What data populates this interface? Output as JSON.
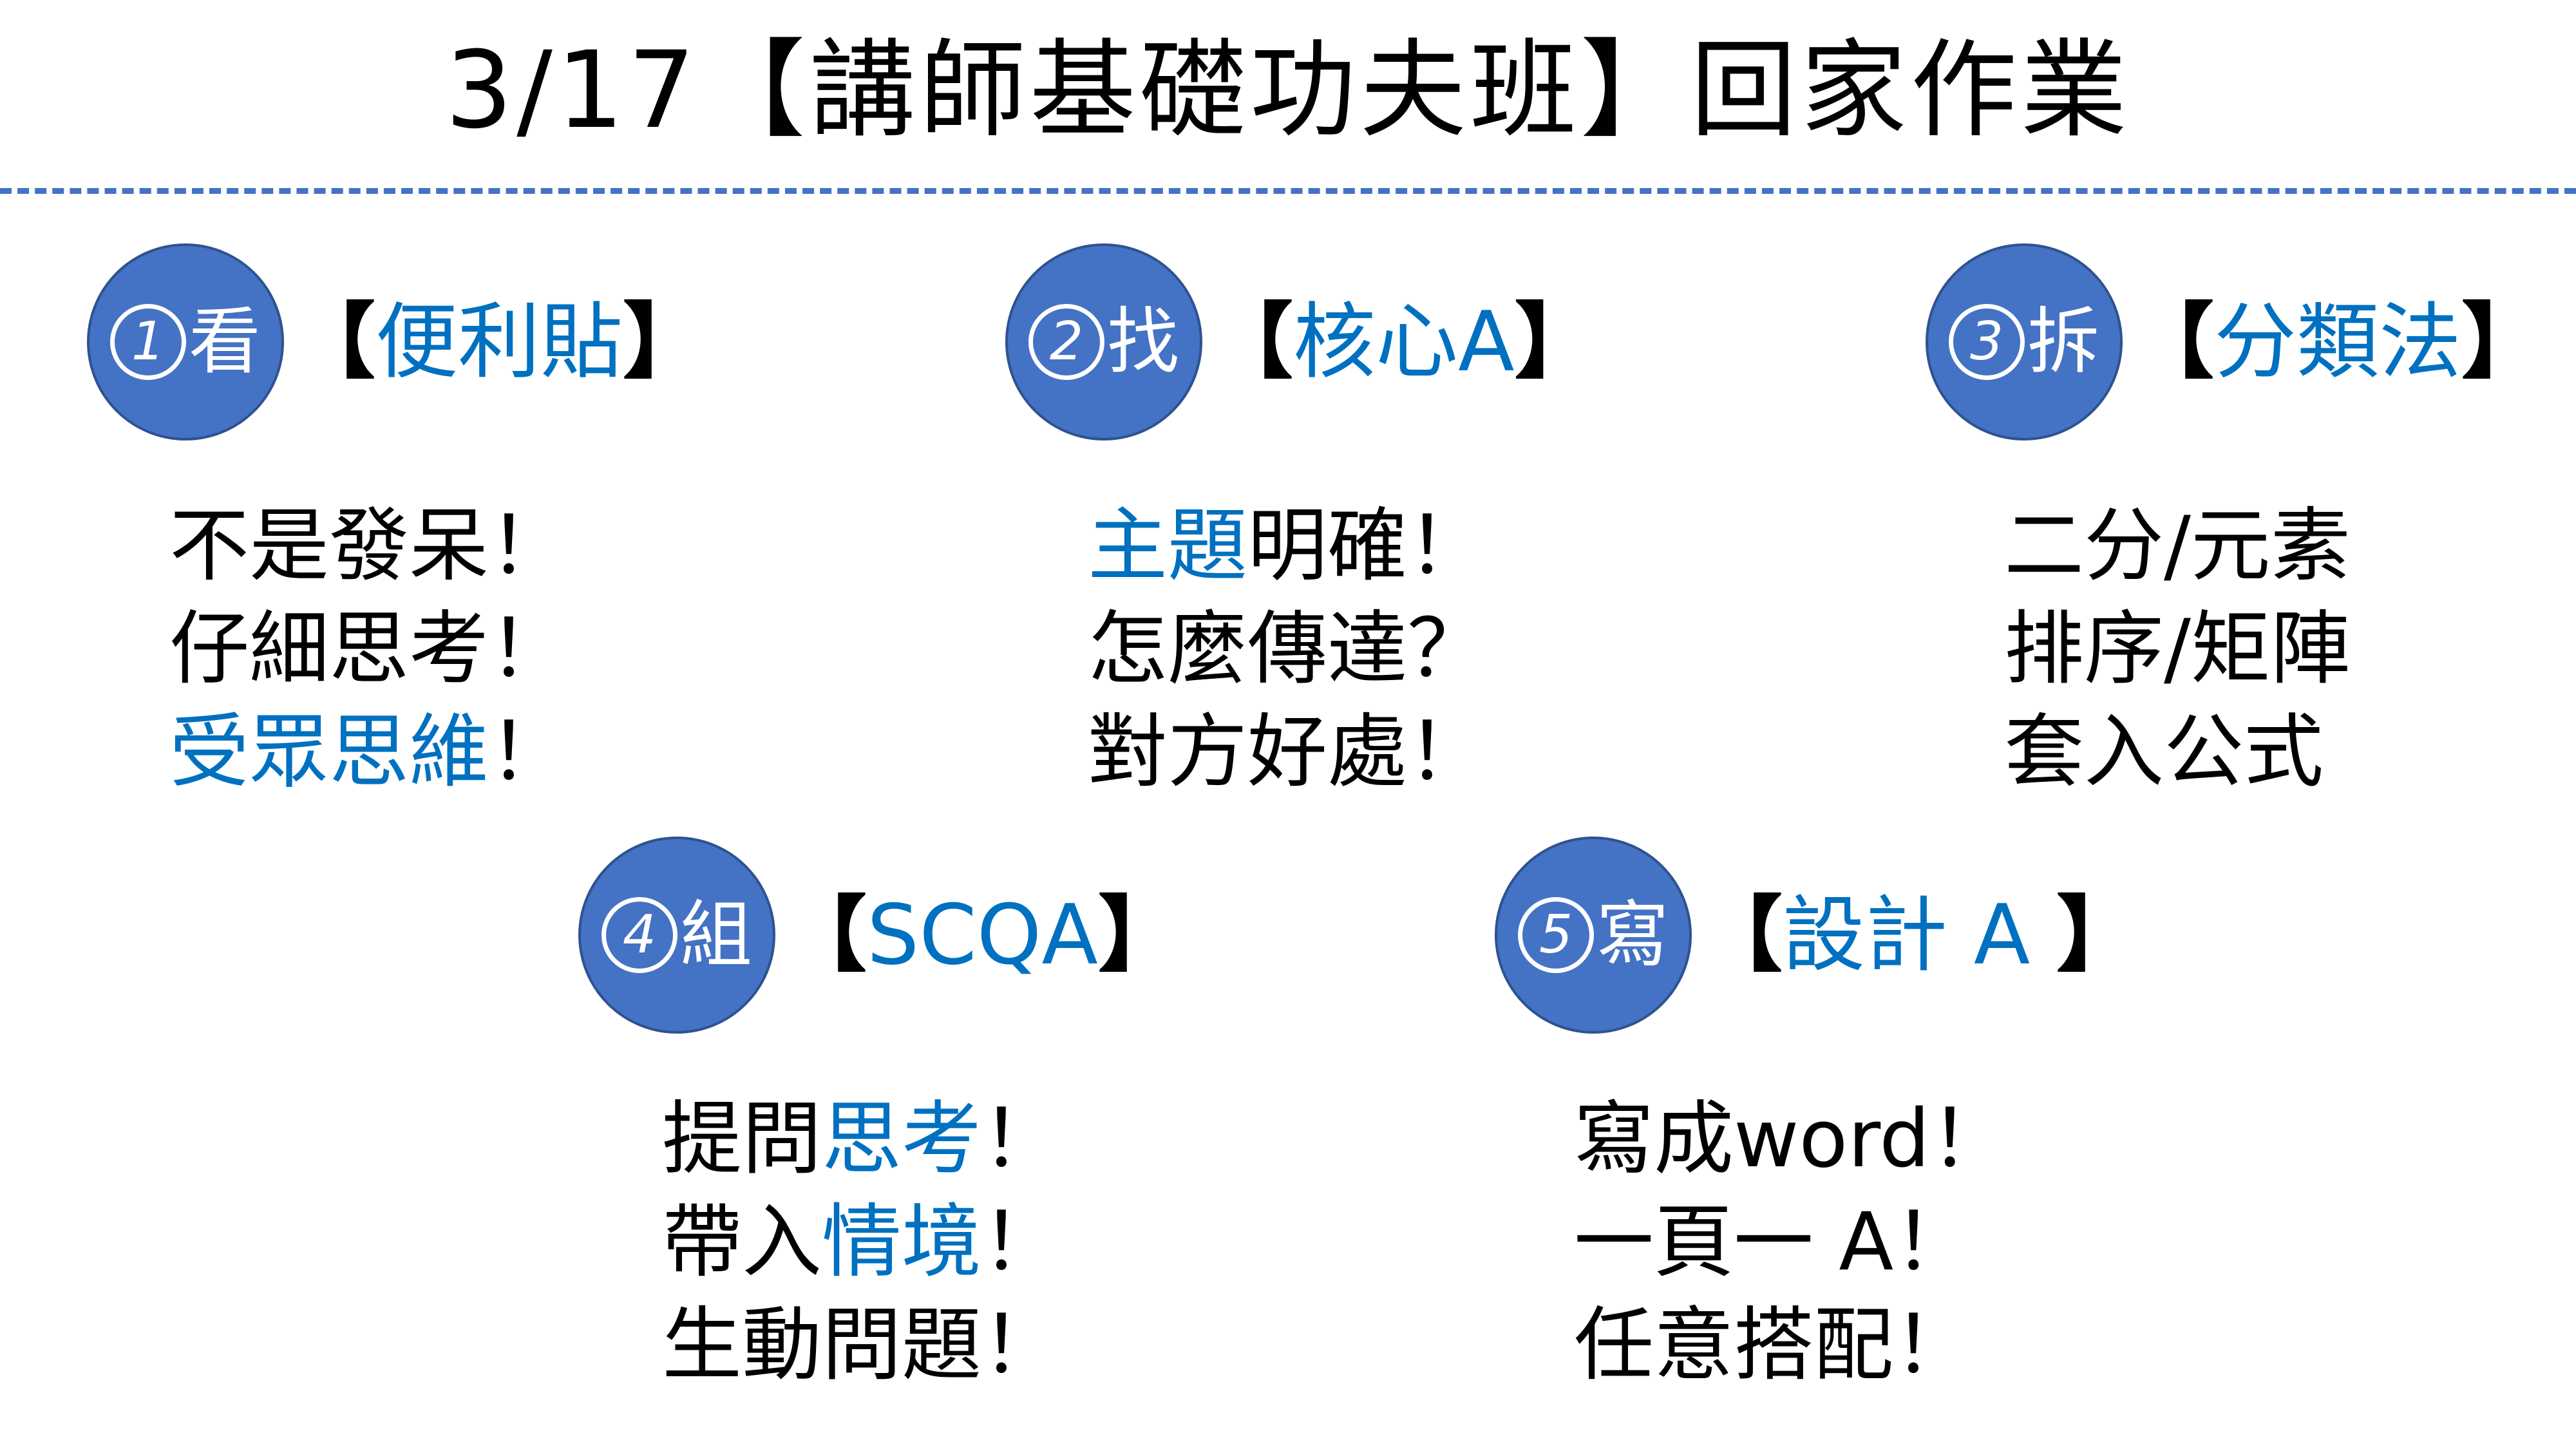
{
  "title": "3/17【講師基礎功夫班】回家作業",
  "colors": {
    "accent_blue": "#4472C4",
    "badge_border": "#2F528F",
    "keyword_blue": "#0070C0",
    "text": "#000000"
  },
  "sections": [
    {
      "number": "1",
      "verb": "看",
      "bracket_open": "【",
      "keyword": "便利貼",
      "bracket_close": "】",
      "lines": [
        [
          {
            "text": "不是發呆！",
            "highlight": false
          }
        ],
        [
          {
            "text": "仔細思考！",
            "highlight": false
          }
        ],
        [
          {
            "text": "受眾思維",
            "highlight": true
          },
          {
            "text": "！",
            "highlight": false
          }
        ]
      ]
    },
    {
      "number": "2",
      "verb": "找",
      "bracket_open": "【",
      "keyword": "核心A",
      "bracket_close": "】",
      "lines": [
        [
          {
            "text": "主題",
            "highlight": true
          },
          {
            "text": "明確！",
            "highlight": false
          }
        ],
        [
          {
            "text": "怎麼傳達？",
            "highlight": false
          }
        ],
        [
          {
            "text": "對方好處！",
            "highlight": false
          }
        ]
      ]
    },
    {
      "number": "3",
      "verb": "拆",
      "bracket_open": "【",
      "keyword": "分類法",
      "bracket_close": "】",
      "lines": [
        [
          {
            "text": "二分/元素",
            "highlight": false
          }
        ],
        [
          {
            "text": "排序/矩陣",
            "highlight": false
          }
        ],
        [
          {
            "text": "套入公式",
            "highlight": false
          }
        ]
      ]
    },
    {
      "number": "4",
      "verb": "組",
      "bracket_open": "【",
      "keyword": "SCQA",
      "bracket_close": "】",
      "lines": [
        [
          {
            "text": "提問",
            "highlight": false
          },
          {
            "text": "思考",
            "highlight": true
          },
          {
            "text": "！",
            "highlight": false
          }
        ],
        [
          {
            "text": "帶入",
            "highlight": false
          },
          {
            "text": "情境",
            "highlight": true
          },
          {
            "text": "！",
            "highlight": false
          }
        ],
        [
          {
            "text": "生動問題！",
            "highlight": false
          }
        ]
      ]
    },
    {
      "number": "5",
      "verb": "寫",
      "bracket_open": "【",
      "keyword": "設計 A ",
      "bracket_close": "】",
      "lines": [
        [
          {
            "text": "寫成word！",
            "highlight": false
          }
        ],
        [
          {
            "text": "一頁一 A！",
            "highlight": false
          }
        ],
        [
          {
            "text": "任意搭配！",
            "highlight": false
          }
        ]
      ]
    }
  ]
}
